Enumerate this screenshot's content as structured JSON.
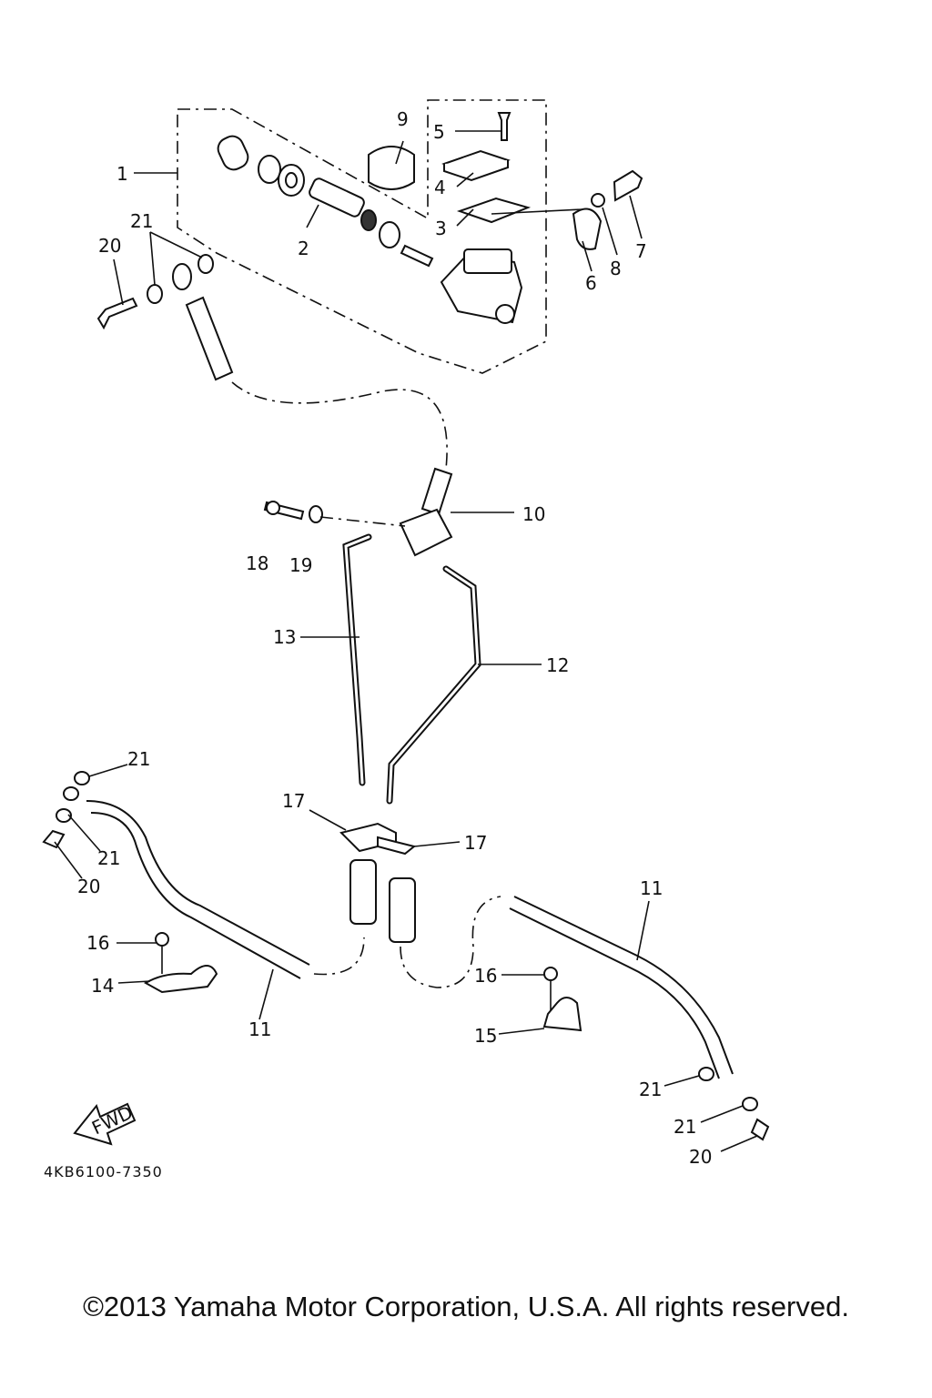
{
  "diagram": {
    "catalog_code": "4KB6100-7350",
    "fwd_label": "FWD",
    "callouts": [
      "1",
      "2",
      "3",
      "4",
      "5",
      "6",
      "7",
      "8",
      "9",
      "10",
      "11",
      "12",
      "13",
      "14",
      "15",
      "16",
      "17",
      "18",
      "19",
      "20",
      "21"
    ]
  },
  "footer": {
    "copyright": "©2013 Yamaha Motor Corporation, U.S.A. All rights reserved."
  }
}
